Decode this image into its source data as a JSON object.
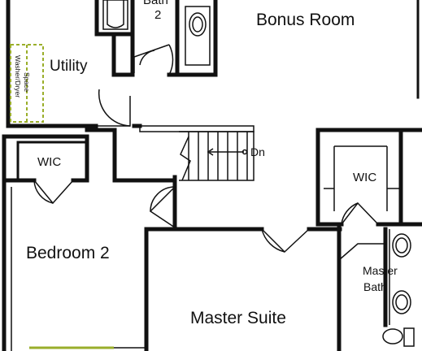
{
  "rooms": {
    "bonus_room": "Bonus Room",
    "bath_2": "Bath",
    "bath_2_number": "2",
    "utility": "Utility",
    "washer_dryer_line1": "Washer/Dryer",
    "washer_dryer_line2": "Space",
    "wic_left": "WIC",
    "wic_right": "WIC",
    "bedroom_2": "Bedroom 2",
    "master_suite": "Master Suite",
    "master_bath_line1": "Master",
    "master_bath_line2": "Bath"
  },
  "stairs": {
    "direction_label": "Dn"
  },
  "colors": {
    "wall": "#111111",
    "floor": "#ffffff",
    "washer_outline": "#9aae2a",
    "window_accent": "#9aae2a"
  }
}
